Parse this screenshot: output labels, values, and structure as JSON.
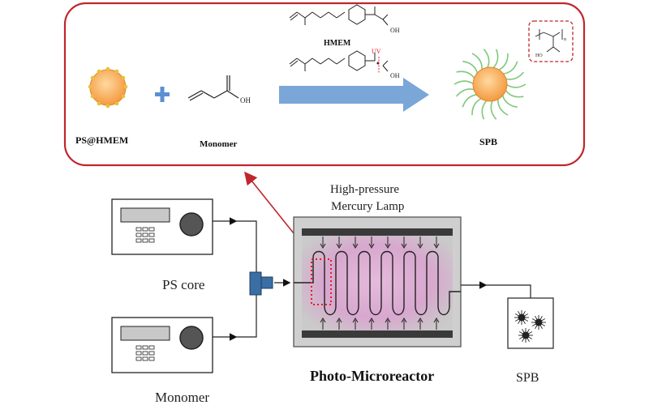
{
  "top_panel": {
    "ps_label": "PS@HMEM",
    "monomer_label": "Monomer",
    "hmem_label": "HMEM",
    "uv_label": "UV",
    "oh_label": "OH",
    "oh_label2": "OH",
    "oh_label3": "OH",
    "spb_label": "SPB",
    "n_subscript": "n",
    "ho_label": "HO"
  },
  "bottom_panel": {
    "lamp_label_line1": "High-pressure",
    "lamp_label_line2": "Mercury Lamp",
    "ps_core_label": "PS core",
    "monomer_label": "Monomer",
    "reactor_label": "Photo-Microreactor",
    "spb_label": "SPB"
  },
  "colors": {
    "frame_red": "#c0262c",
    "arrow_blue": "#7aa6d8",
    "particle_orange": "#f6a352",
    "particle_dot_yellow": "#e8c23a",
    "brush_green": "#7ec97a",
    "plus_blue": "#5b8fd1",
    "reactor_glow": "#d9a9d0",
    "dotted_red": "#e0202a"
  }
}
